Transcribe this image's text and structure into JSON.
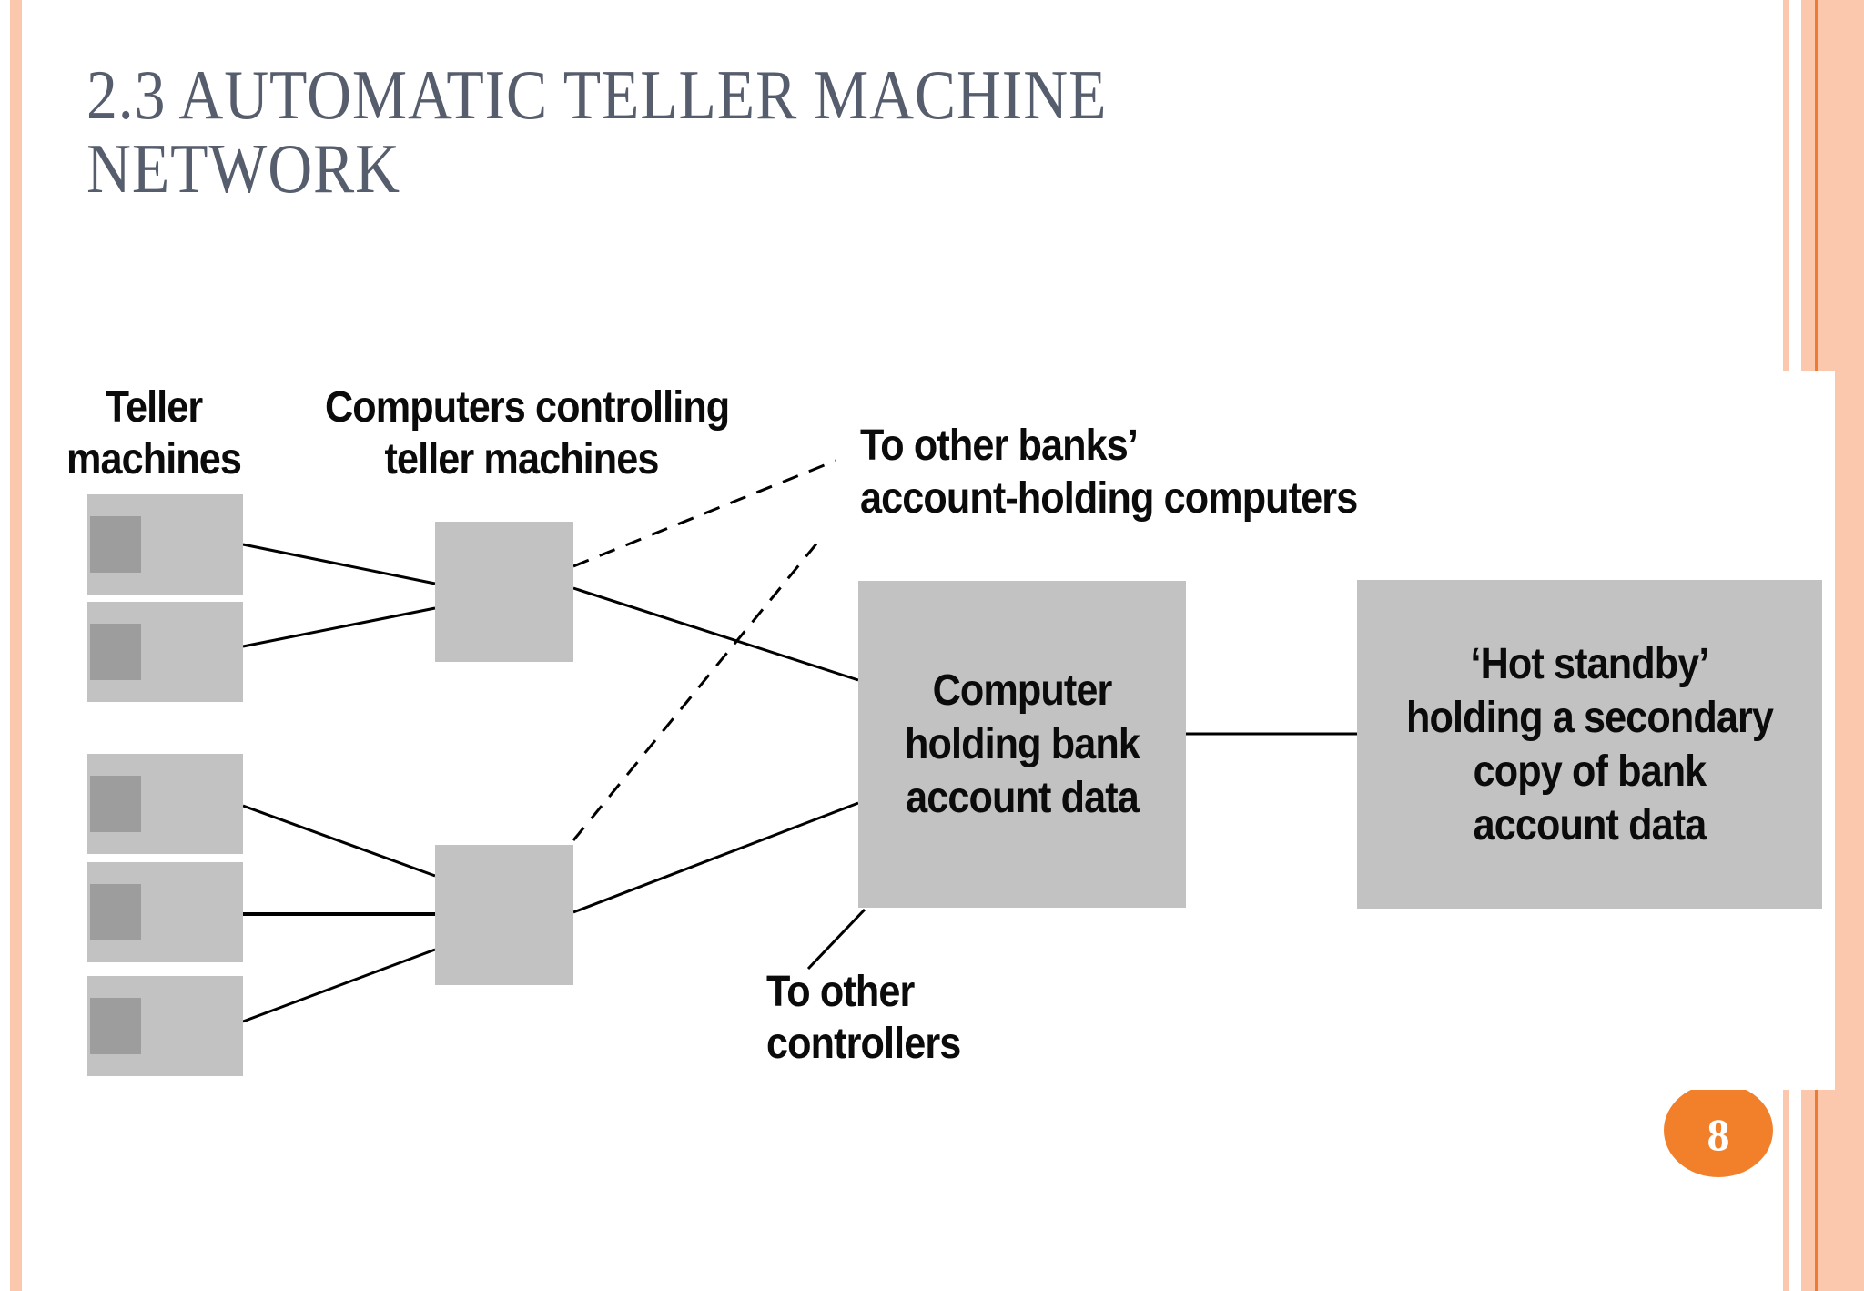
{
  "slide": {
    "title_lines": [
      "2.3 AUTOMATIC TELLER MACHINE",
      "NETWORK"
    ],
    "page_number": "8"
  },
  "colors": {
    "title_text": "#565D6C",
    "stripe_salmon": "#FBC8AD",
    "stripe_orange_accent": "#EE7B30",
    "page_badge_orange": "#F2802B",
    "diagram_box_fill": "#C2C2C2",
    "diagram_box_inner_fill": "#9D9D9D",
    "diagram_line": "#000000",
    "diagram_text": "#0B0B0B"
  },
  "diagram": {
    "teller_label_lines": [
      "Teller",
      "machines"
    ],
    "controllers_label_lines": [
      "Computers controlling",
      "teller machines"
    ],
    "other_banks_label_lines": [
      "To other banks’",
      "account-holding computers"
    ],
    "central_box_lines": [
      "Computer",
      "holding bank",
      "account data"
    ],
    "hot_standby_lines": [
      "‘Hot standby’",
      "holding a secondary",
      "copy of bank",
      "account data"
    ],
    "other_controllers_label_lines": [
      "To other",
      "controllers"
    ],
    "teller_machine_count": 5,
    "controller_count": 2
  }
}
